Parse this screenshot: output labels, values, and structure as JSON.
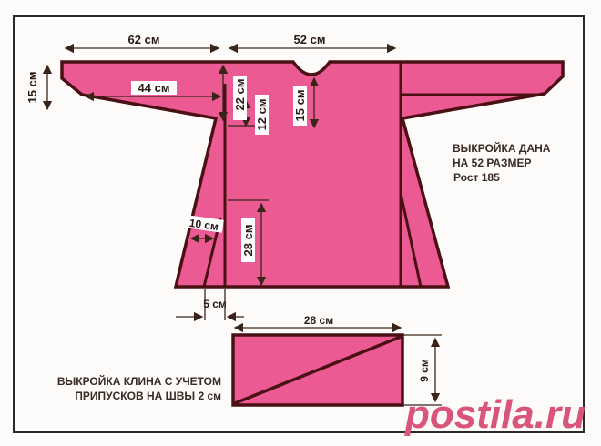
{
  "colors": {
    "fabric": "#ec5a93",
    "outline": "#4a1014",
    "dim": "#3a2418",
    "frame": "#2a2a2a"
  },
  "dimensions": {
    "sleeve_length": "62 см",
    "half_width": "52 см",
    "sleeve_cuff": "15 см",
    "sleeve_underarm": "44 см",
    "armhole_depth": "22 см",
    "slit_12": "12 см",
    "neck_slit": "15 см",
    "side_slit": "28 см",
    "gusset_top": "10 см",
    "gusset_bottom": "5 см",
    "gusset_length": "28 см",
    "gusset_height": "9 см"
  },
  "notes": {
    "pattern_line1": "ВЫКРОЙКА ДАНА",
    "pattern_line2": "НА 52 РАЗМЕР",
    "pattern_line3": "Рост 185",
    "gusset_line1": "ВЫКРОЙКА КЛИНА С УЧЕТОМ",
    "gusset_line2": "ПРИПУСКОВ НА ШВЫ 2 см"
  },
  "watermark": "postila.ru"
}
